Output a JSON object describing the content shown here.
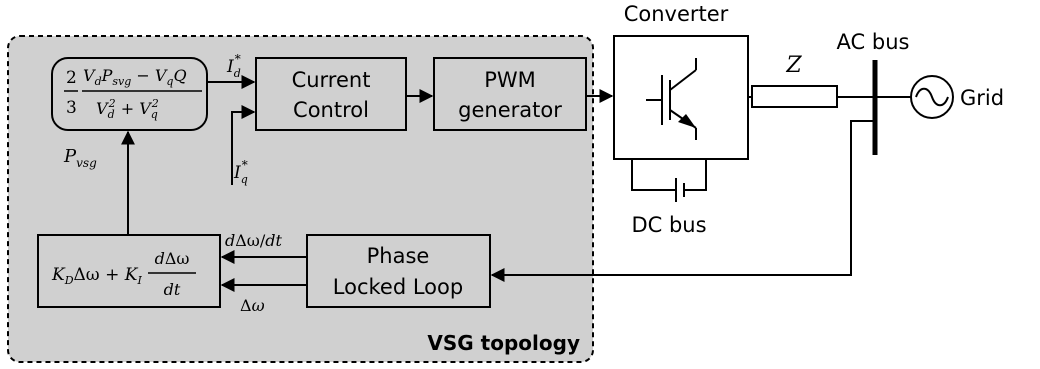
{
  "blocks": {
    "current_control": [
      "Current",
      "Control"
    ],
    "pwm": [
      "PWM",
      "generator"
    ],
    "pll": [
      "Phase",
      "Locked Loop"
    ]
  },
  "labels": {
    "converter": "Converter",
    "ac_bus": "AC bus",
    "dc_bus": "DC bus",
    "grid": "Grid",
    "impedance": "Z",
    "topology": "VSG topology"
  },
  "signals": {
    "id_ref": "I_d*",
    "iq_ref": "I_q*",
    "p_vsg": "P_vsg",
    "d_omega_dt": "dΔω/dt",
    "delta_omega": "Δω"
  },
  "equations": {
    "current_ref": "(2/3) · (V_d P_svg − V_q Q) / (V_d² + V_q²)",
    "damping": "K_D Δω + K_I dΔω/dt"
  }
}
